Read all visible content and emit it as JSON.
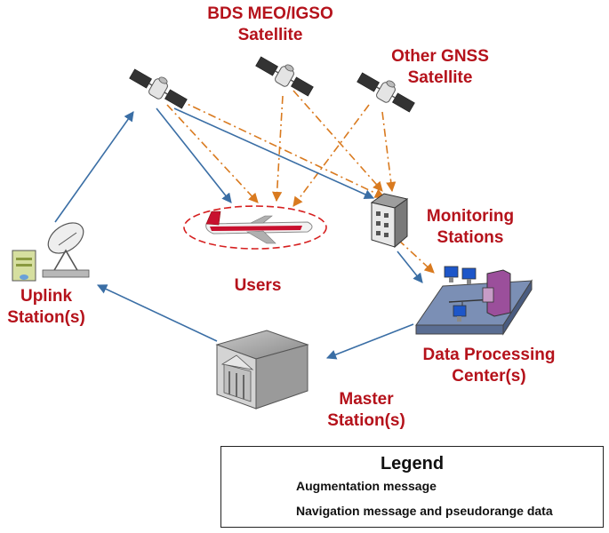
{
  "labels": {
    "bds_satellite": "BDS MEO/IGSO\nSatellite",
    "other_gnss": "Other GNSS\nSatellite",
    "monitoring": "Monitoring\nStations",
    "users": "Users",
    "uplink": "Uplink\nStation(s)",
    "data_center": "Data Processing\nCenter(s)",
    "master": "Master\nStation(s)"
  },
  "legend": {
    "title": "Legend",
    "augmentation": "Augmentation message",
    "navigation": "Navigation message and pseudorange data"
  },
  "colors": {
    "label": "#b5121b",
    "augmentation_arrow": "#3a6ea5",
    "navigation_arrow": "#d97a1f",
    "users_ellipse": "#d62020"
  },
  "icons": [
    "satellite-icon",
    "satellite-icon",
    "satellite-icon",
    "airplane-icon",
    "monitoring-station-icon",
    "uplink-antenna-icon",
    "data-center-icon",
    "master-station-building-icon"
  ]
}
